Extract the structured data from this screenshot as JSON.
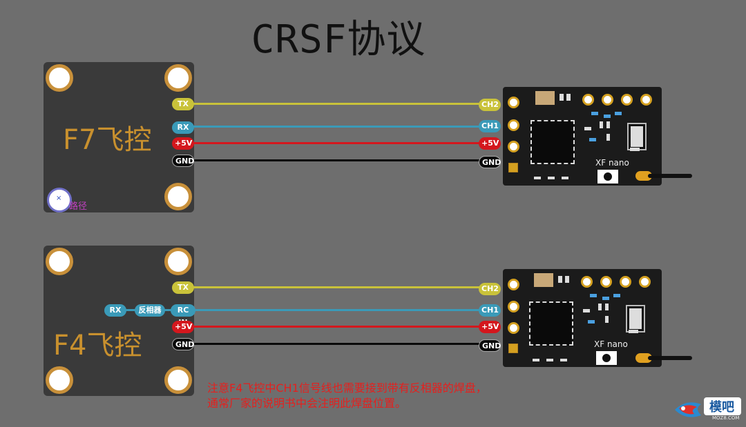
{
  "title": "CRSF协议",
  "top_section": {
    "fc_label": "F7飞控",
    "fc_pins": [
      "TX",
      "RX",
      "+5V",
      "GND"
    ],
    "rx_pins": [
      "CH2",
      "CH1",
      "+5V",
      "GND"
    ],
    "receiver_label": "XF nano",
    "marker_symbol": "×",
    "marker_label": "路径"
  },
  "bottom_section": {
    "fc_label": "F4飞控",
    "fc_pins": [
      "TX",
      "RC IN",
      "+5V",
      "GND"
    ],
    "inverter_chain": [
      "RX",
      "反相器"
    ],
    "rx_pins": [
      "CH2",
      "CH1",
      "+5V",
      "GND"
    ],
    "receiver_label": "XF nano"
  },
  "note_lines": [
    "注意F4飞控中CH1信号线也需要接到带有反相器的焊盘，",
    "通常厂家的说明书中会注明此焊盘位置。"
  ],
  "watermark": {
    "text": "模吧",
    "sub": "MOZ8.COM"
  },
  "colors": {
    "background": "#6e6e6e",
    "fc_label": "#c8902e",
    "tx": "#c9c23a",
    "rx": "#3a9ab8",
    "v5": "#d4171d",
    "gnd": "#0a0a0a",
    "note": "#e4201e"
  }
}
